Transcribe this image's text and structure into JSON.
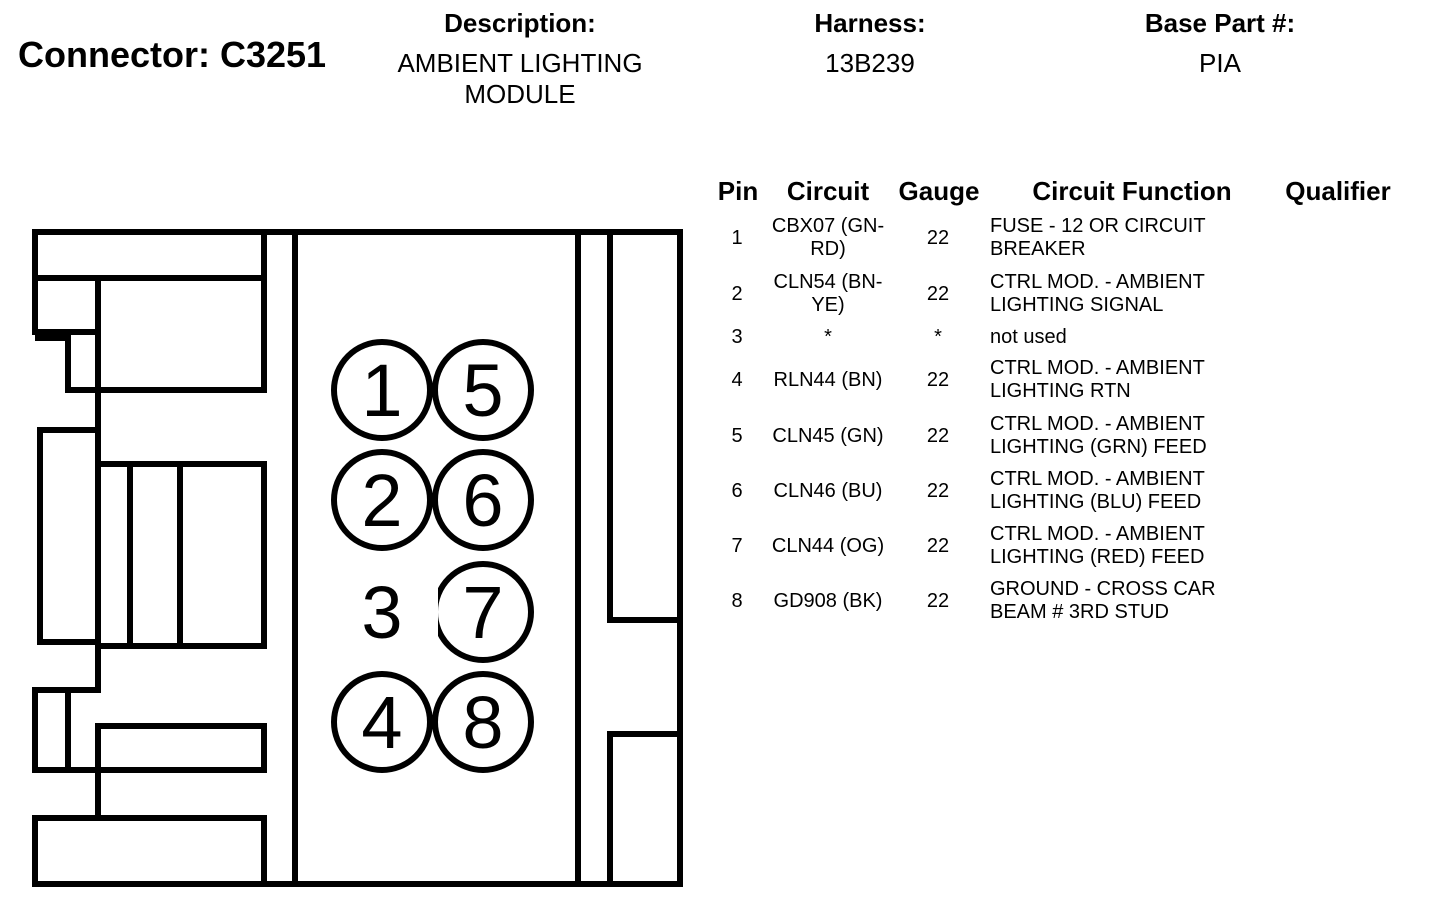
{
  "header": {
    "connector": "Connector: C3251",
    "description_label": "Description:",
    "description_value": "AMBIENT LIGHTING MODULE",
    "harness_label": "Harness:",
    "harness_value": "13B239",
    "base_part_label": "Base Part #:",
    "base_part_value": "PIA"
  },
  "table": {
    "columns": [
      "Pin",
      "Circuit",
      "Gauge",
      "Circuit Function",
      "Qualifier"
    ],
    "rows": [
      {
        "pin": "1",
        "circuit": "CBX07 (GN-RD)",
        "gauge": "22",
        "function": "FUSE - 12 OR CIRCUIT BREAKER"
      },
      {
        "pin": "2",
        "circuit": "CLN54 (BN-YE)",
        "gauge": "22",
        "function": "CTRL MOD. - AMBIENT LIGHTING SIGNAL"
      },
      {
        "pin": "3",
        "circuit": "*",
        "gauge": "*",
        "function": "not used"
      },
      {
        "pin": "4",
        "circuit": "RLN44 (BN)",
        "gauge": "22",
        "function": "CTRL MOD. - AMBIENT LIGHTING RTN"
      },
      {
        "pin": "5",
        "circuit": "CLN45 (GN)",
        "gauge": "22",
        "function": "CTRL MOD. - AMBIENT LIGHTING (GRN) FEED"
      },
      {
        "pin": "6",
        "circuit": "CLN46 (BU)",
        "gauge": "22",
        "function": "CTRL MOD. - AMBIENT LIGHTING (BLU) FEED"
      },
      {
        "pin": "7",
        "circuit": "CLN44 (OG)",
        "gauge": "22",
        "function": "CTRL MOD. - AMBIENT LIGHTING (RED) FEED"
      },
      {
        "pin": "8",
        "circuit": "GD908 (BK)",
        "gauge": "22",
        "function": "GROUND - CROSS CAR BEAM # 3RD STUD"
      }
    ]
  },
  "connector_pins": [
    "1",
    "2",
    "3",
    "4",
    "5",
    "6",
    "7",
    "8"
  ]
}
